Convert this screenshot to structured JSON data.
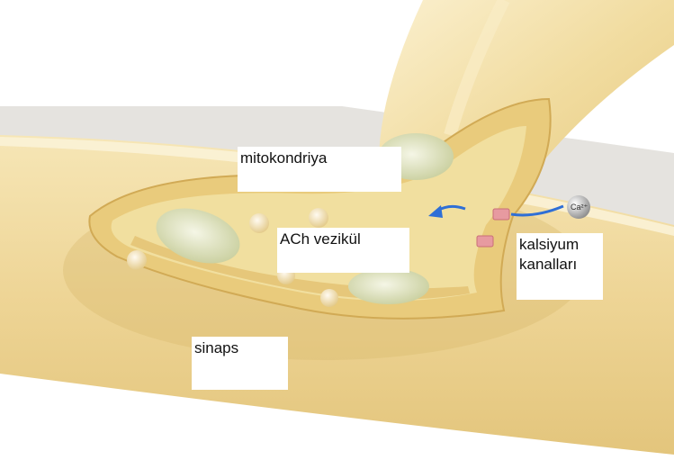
{
  "labels": {
    "mitochondria": "mitokondriya",
    "ach_vesicle": "ACh vezikül",
    "calcium_channels_line1": "kalsiyum",
    "calcium_channels_line2": "kanalları",
    "synapse": "sinaps"
  },
  "ion": {
    "symbol": "Ca²⁺"
  },
  "colors": {
    "membrane_light": "#f3dfa6",
    "membrane_mid": "#e9cd83",
    "membrane_dark": "#c9a24e",
    "mitochondria": "#dfe4c4",
    "vesicle": "#f0dfa8",
    "arrow": "#2f6fd6",
    "channel": "#e79aa0"
  }
}
